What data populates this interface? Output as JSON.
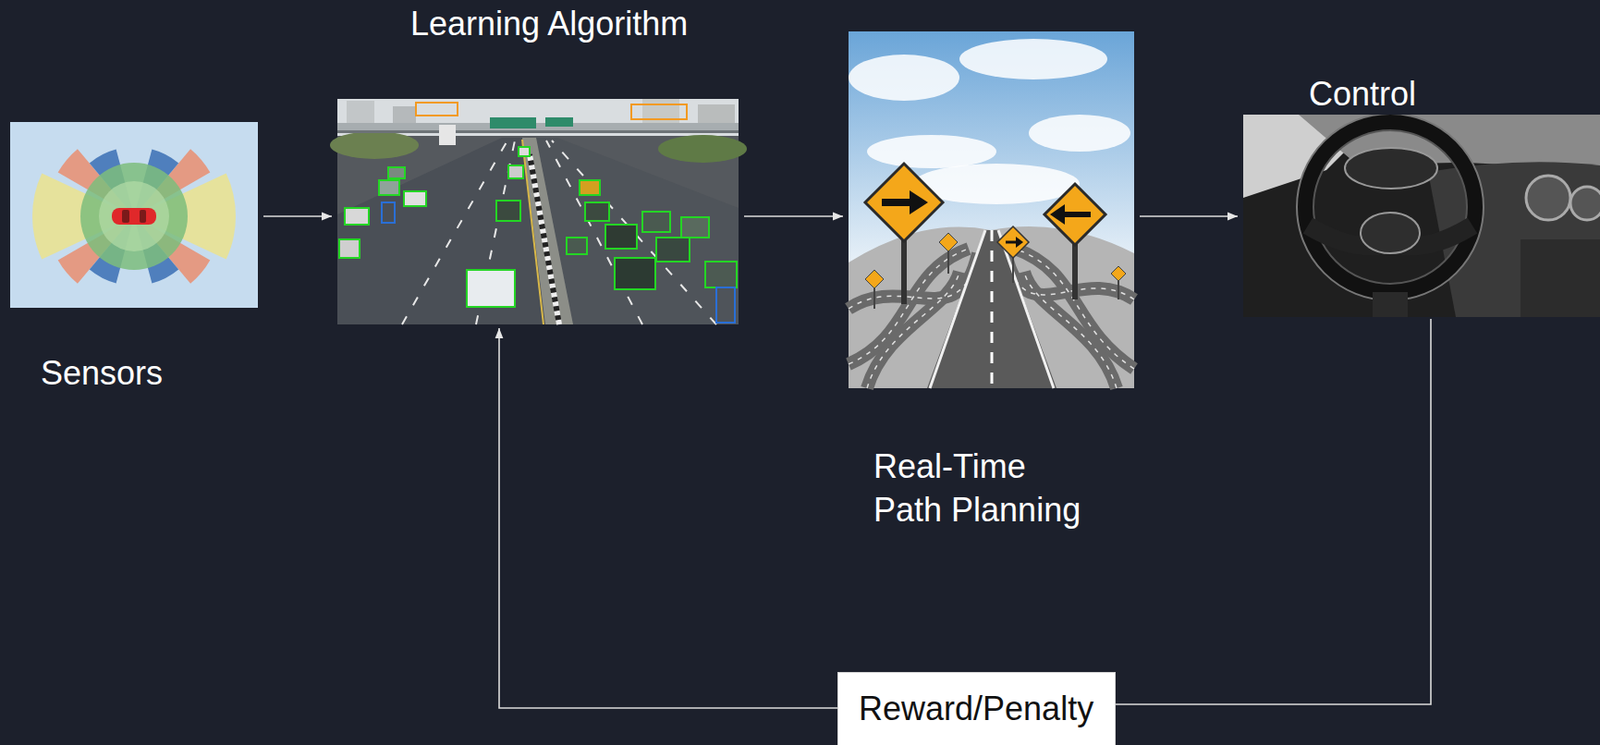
{
  "diagram": {
    "nodes": [
      {
        "text": [
          "Sensors"
        ]
      },
      {
        "text": [
          "Learning Algorithm"
        ]
      },
      {
        "text": [
          "Real-Time Path Planning"
        ]
      },
      {
        "text": [
          "Control"
        ]
      },
      {
        "text": [
          "Reward/Penalty"
        ]
      }
    ],
    "edges": [
      {
        "from": 0,
        "to": 1,
        "arrow": "to"
      },
      {
        "from": 1,
        "to": 2,
        "arrow": "to"
      },
      {
        "from": 2,
        "to": 3,
        "arrow": "to"
      },
      {
        "from": 3,
        "to": 4,
        "arrow": "none"
      },
      {
        "from": 4,
        "to": 1,
        "arrow": "to"
      }
    ]
  }
}
